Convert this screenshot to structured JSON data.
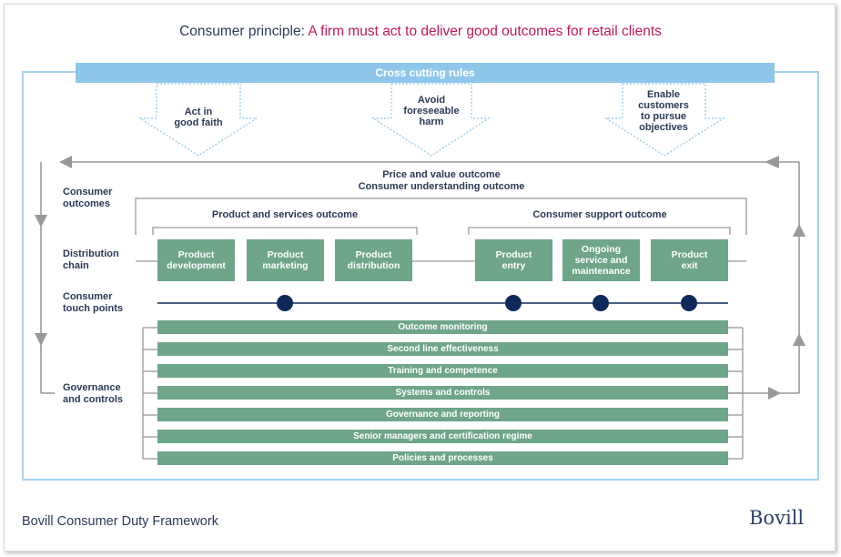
{
  "title": {
    "prefix": "Consumer principle:",
    "accent": "A firm must act to deliver good outcomes for retail clients"
  },
  "cross_cutting": {
    "label": "Cross cutting rules",
    "rules": [
      {
        "line1": "Act in",
        "line2": "good faith",
        "line3": "",
        "line4": ""
      },
      {
        "line1": "Avoid",
        "line2": "foreseeable",
        "line3": "harm",
        "line4": ""
      },
      {
        "line1": "Enable",
        "line2": "customers",
        "line3": "to pursue",
        "line4": "objectives"
      }
    ]
  },
  "row_labels": {
    "consumer_outcomes": {
      "line1": "Consumer",
      "line2": "outcomes"
    },
    "distribution_chain": {
      "line1": "Distribution",
      "line2": "chain"
    },
    "touch_points": {
      "line1": "Consumer",
      "line2": "touch points"
    },
    "governance": {
      "line1": "Governance",
      "line2": "and controls"
    }
  },
  "outcomes": {
    "top_line1": "Price and value outcome",
    "top_line2": "Consumer understanding outcome",
    "products_services": "Product and services outcome",
    "consumer_support": "Consumer support outcome"
  },
  "chain": [
    {
      "line1": "Product",
      "line2": "development",
      "line3": ""
    },
    {
      "line1": "Product",
      "line2": "marketing",
      "line3": ""
    },
    {
      "line1": "Product",
      "line2": "distribution",
      "line3": ""
    },
    {
      "line1": "Product",
      "line2": "entry",
      "line3": ""
    },
    {
      "line1": "Ongoing",
      "line2": "service and",
      "line3": "maintenance"
    },
    {
      "line1": "Product",
      "line2": "exit",
      "line3": ""
    }
  ],
  "governance_bars": [
    "Outcome monitoring",
    "Second line effectiveness",
    "Training and competence",
    "Systems and controls",
    "Governance and reporting",
    "Senior managers and certification regime",
    "Policies and processes"
  ],
  "footer": "Bovill Consumer Duty Framework",
  "logo": "Bovill",
  "colors": {
    "navy": "#2b3a55",
    "accent": "#c2185b",
    "green": "#6fa589",
    "light_blue": "#8fc7ea",
    "dot": "#0f2a5a",
    "grey": "#999999"
  }
}
